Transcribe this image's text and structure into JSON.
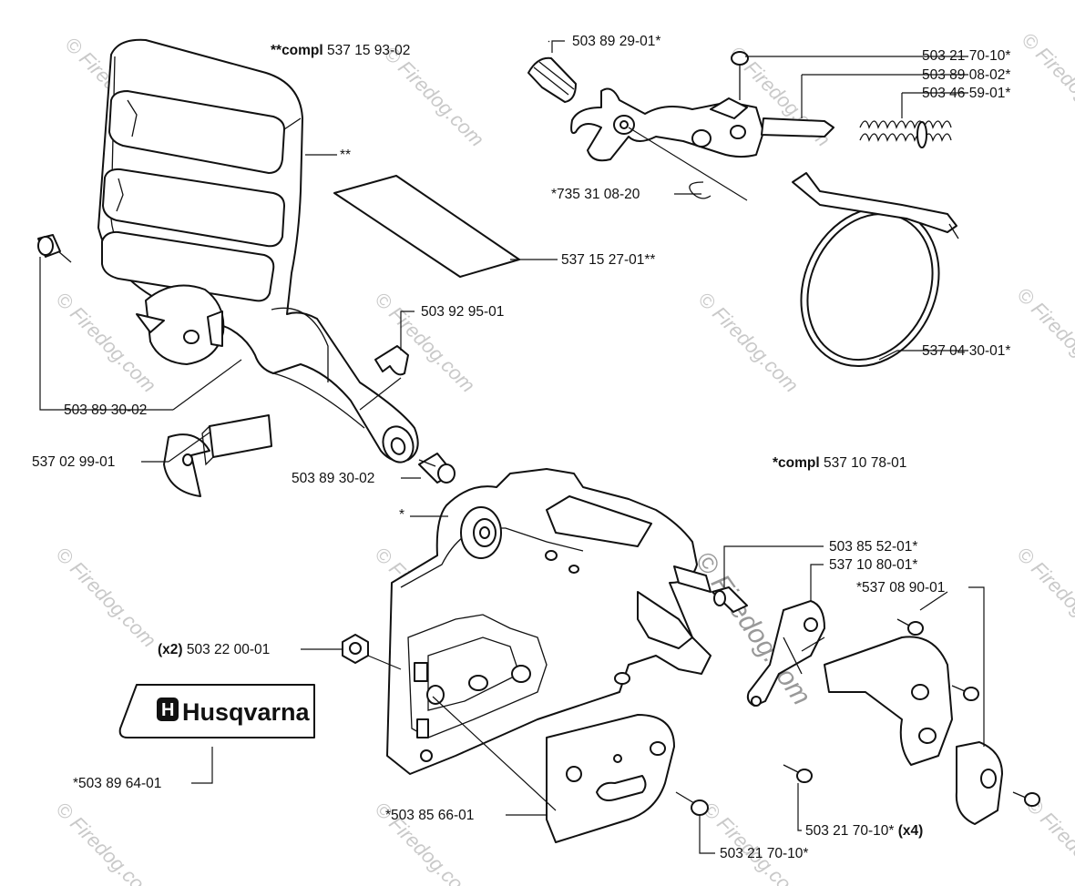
{
  "labels": {
    "compl_cover": {
      "prefix": "**compl",
      "number": "537 15 93-02"
    },
    "compl_cover_marker": "**",
    "p_503892901": "503 89 29-01*",
    "p_503217010_top": "503 21 70-10*",
    "p_503890802": "503 89 08-02*",
    "p_503465901": "503 46 59-01*",
    "p_735310820": "*735 31 08-20",
    "p_537152701": "537 15 27-01**",
    "p_503929501": "503 92 95-01",
    "p_537043001": "537 04 30-01*",
    "p_503893002_a": "503 89 30-02",
    "p_537029901": "537 02 99-01",
    "p_503893002_b": "503 89 30-02",
    "compl_brake": {
      "prefix": "*compl",
      "number": "537 10 78-01"
    },
    "compl_brake_marker": "*",
    "p_503855201": "503 85 52-01*",
    "p_537108001": "537 10 80-01*",
    "p_537089001": "*537 08 90-01",
    "p_503220001": {
      "prefix": "(x2)",
      "number": "503 22 00-01"
    },
    "p_503896401": "*503 89 64-01",
    "p_503856601": "*503 85 66-01",
    "p_503217010_x4": {
      "number": "503 21 70-10*",
      "suffix": "(x4)"
    },
    "p_503217010_bottom": "503 21 70-10*"
  },
  "logo": {
    "brand": "Husqvarna"
  },
  "watermark": {
    "text": "Firedog.com",
    "symbol": "©"
  }
}
